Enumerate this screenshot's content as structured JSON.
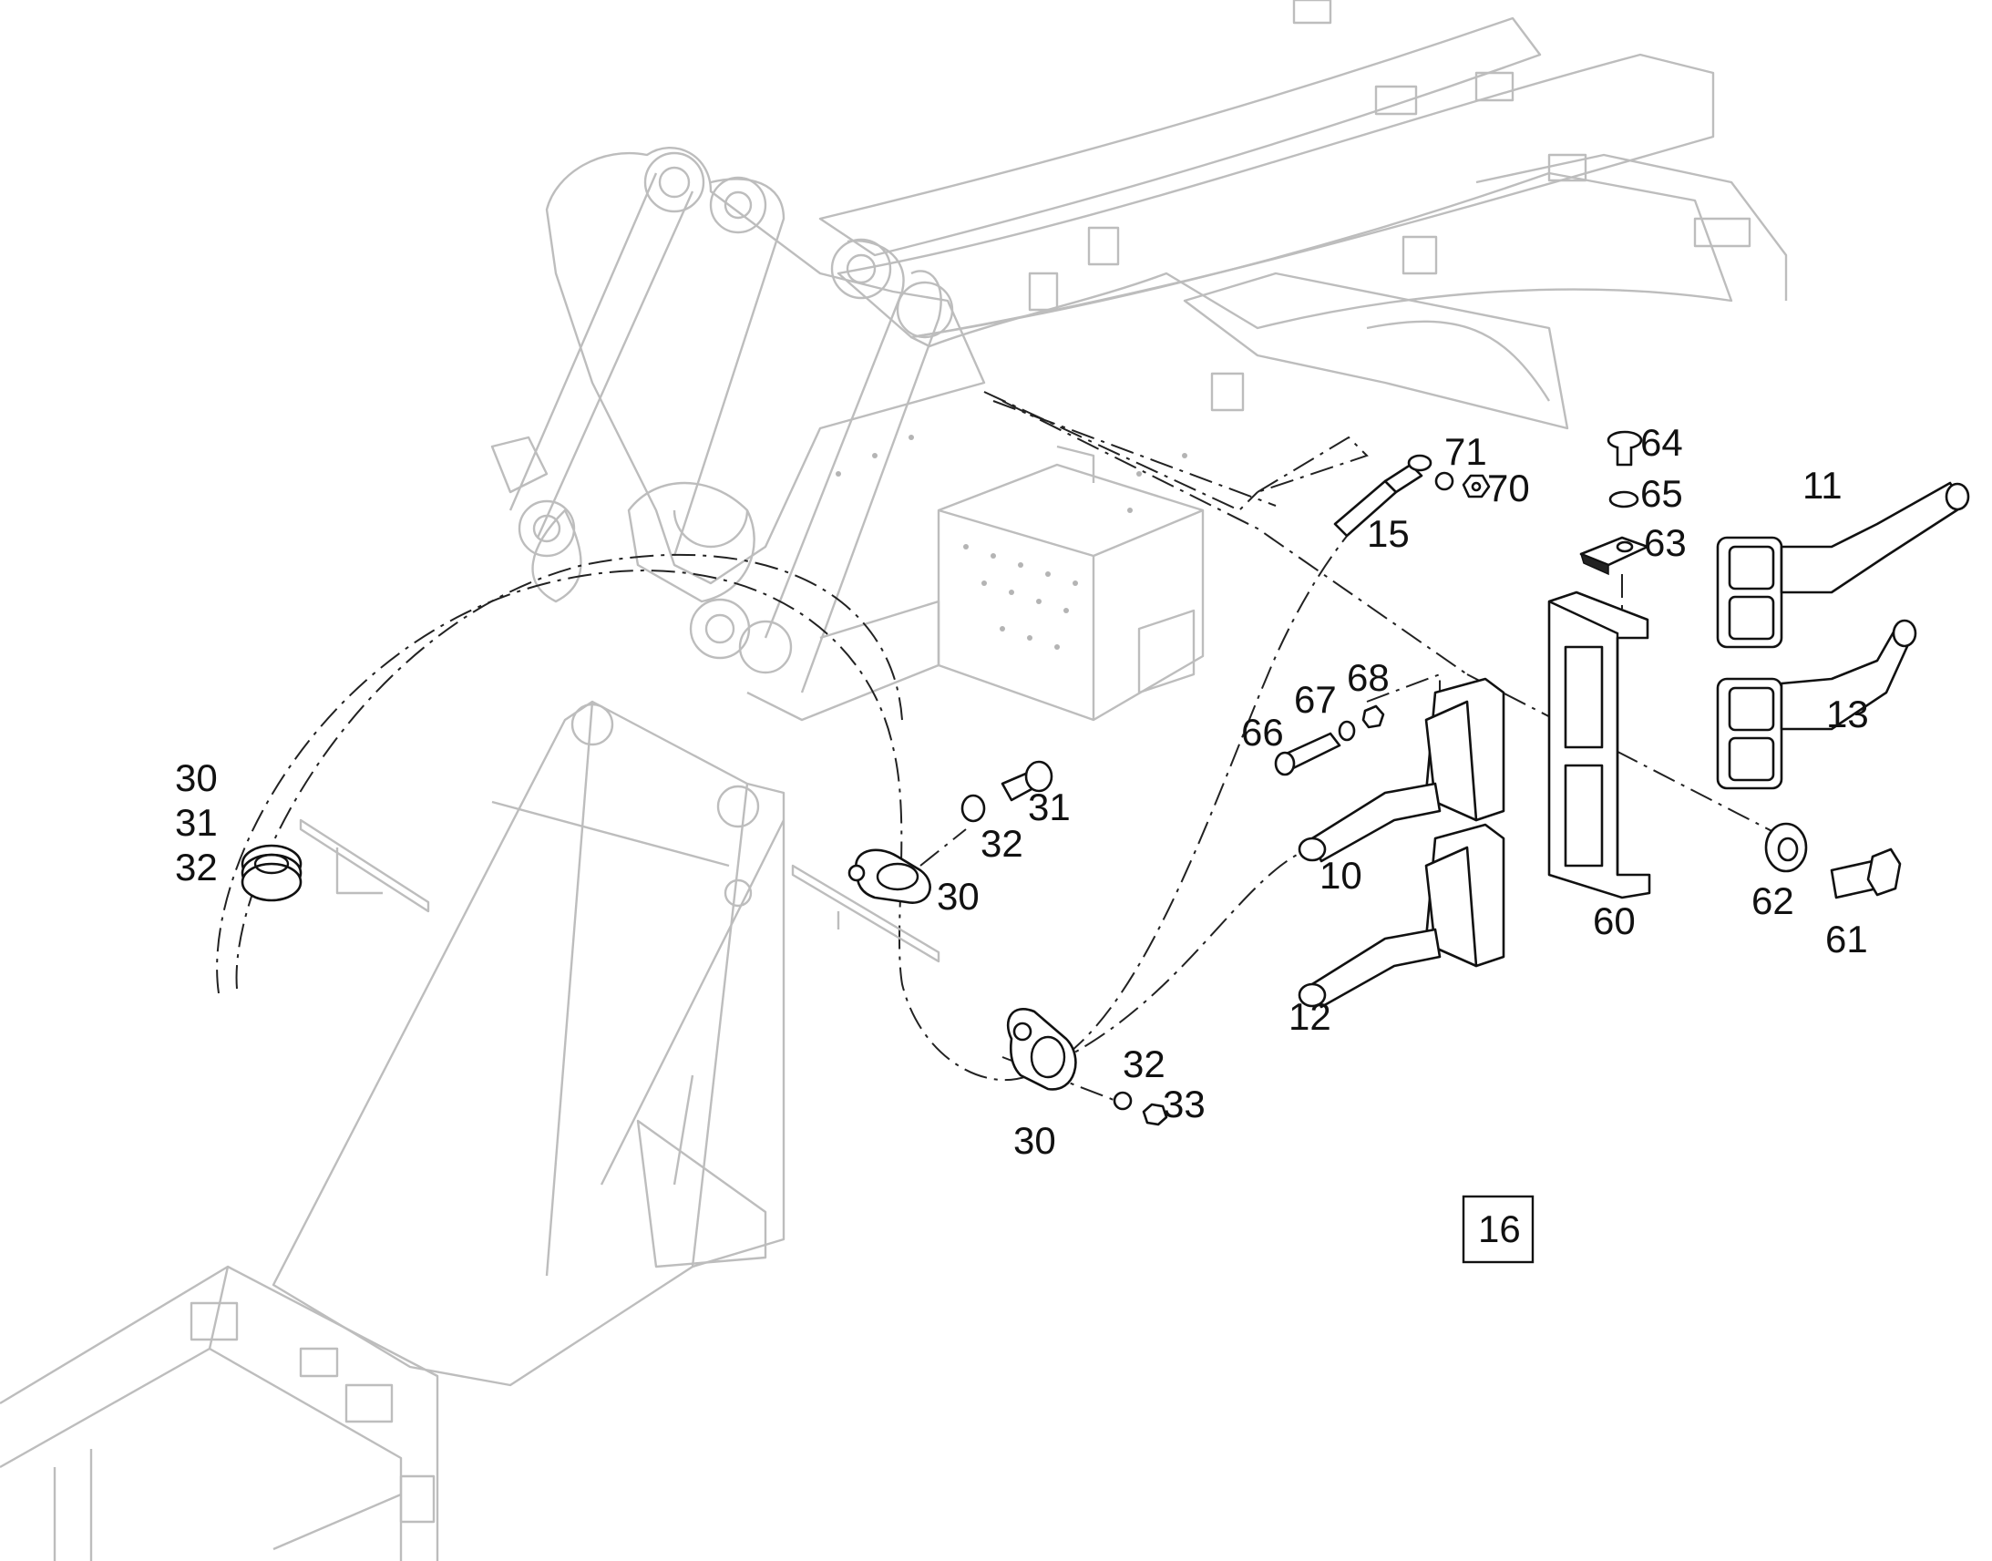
{
  "callouts": {
    "c71": "71",
    "c70": "70",
    "c15": "15",
    "c64": "64",
    "c65": "65",
    "c63": "63",
    "c11": "11",
    "c13": "13",
    "c68": "68",
    "c67": "67",
    "c66": "66",
    "c10": "10",
    "c12": "12",
    "c60": "60",
    "c62": "62",
    "c61": "61",
    "c30a": "30",
    "c31a": "31",
    "c32a": "32",
    "c31b": "31",
    "c32b": "32",
    "c30b": "30",
    "c32c": "32",
    "c33": "33",
    "c30c": "30"
  },
  "page_number": "16"
}
